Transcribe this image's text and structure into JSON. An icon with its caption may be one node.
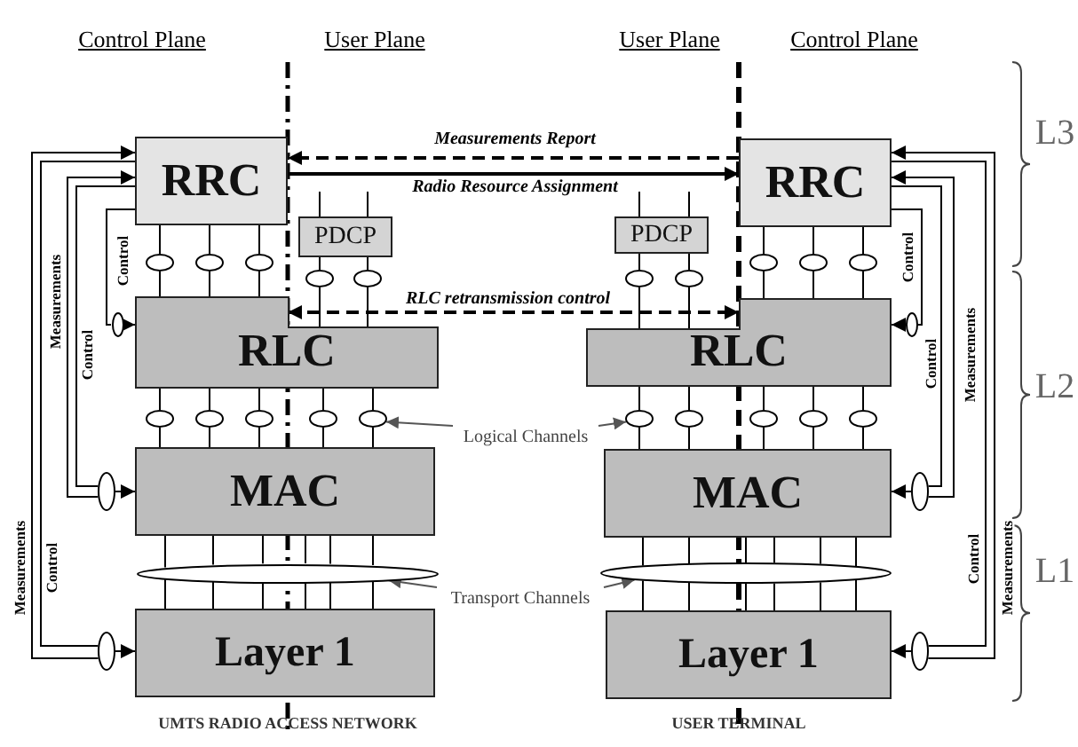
{
  "diagram": {
    "nodes": [
      {
        "text": [
          "RRC"
        ]
      },
      {
        "text": [
          "PDCP"
        ]
      },
      {
        "text": [
          "RLC"
        ]
      },
      {
        "text": [
          "MAC"
        ]
      },
      {
        "text": [
          "Layer 1"
        ]
      },
      {
        "text": [
          "RRC"
        ]
      },
      {
        "text": [
          "PDCP"
        ]
      },
      {
        "text": [
          "RLC"
        ]
      },
      {
        "text": [
          "MAC"
        ]
      },
      {
        "text": [
          "Layer 1"
        ]
      },
      {
        "text": [
          "Logical Channels"
        ]
      },
      {
        "text": [
          "Transport Channels"
        ]
      },
      {
        "text": [],
        "shape": "ellipse"
      },
      {
        "text": [],
        "shape": "ellipse"
      },
      {
        "text": [],
        "shape": "ellipse"
      },
      {
        "text": [],
        "shape": "ellipse"
      },
      {
        "text": [],
        "shape": "ellipse"
      },
      {
        "text": [],
        "shape": "ellipse"
      },
      {
        "text": [],
        "shape": "ellipse"
      },
      {
        "text": [],
        "shape": "ellipse"
      },
      {
        "text": [],
        "shape": "ellipse"
      },
      {
        "text": [],
        "shape": "ellipse"
      },
      {
        "text": [],
        "shape": "ellipse"
      },
      {
        "text": [],
        "shape": "ellipse"
      },
      {
        "text": [],
        "shape": "ellipse"
      },
      {
        "text": [],
        "shape": "ellipse"
      },
      {
        "text": [],
        "shape": "ellipse"
      },
      {
        "text": [],
        "shape": "ellipse"
      },
      {
        "text": [],
        "shape": "ellipse"
      },
      {
        "text": [],
        "shape": "ellipse"
      },
      {
        "text": [],
        "shape": "ellipse"
      },
      {
        "text": [],
        "shape": "ellipse"
      },
      {
        "text": [],
        "shape": "ellipse"
      },
      {
        "text": [],
        "shape": "ellipse"
      },
      {
        "text": [],
        "shape": "ellipse"
      },
      {
        "text": [],
        "shape": "ellipse"
      },
      {
        "text": [],
        "shape": "ellipse"
      },
      {
        "text": [],
        "shape": "ellipse"
      },
      {
        "text": [],
        "shape": "ellipse"
      },
      {
        "text": [],
        "shape": "ellipse"
      }
    ],
    "edges": [
      {
        "from": 0,
        "to": 12,
        "arrow": "none"
      },
      {
        "from": 12,
        "to": 2,
        "arrow": "none"
      },
      {
        "from": 0,
        "to": 13,
        "arrow": "none"
      },
      {
        "from": 13,
        "to": 2,
        "arrow": "none"
      },
      {
        "from": 0,
        "to": 14,
        "arrow": "none"
      },
      {
        "from": 14,
        "to": 2,
        "arrow": "none"
      },
      {
        "from": null,
        "to": 1,
        "arrow": "none"
      },
      {
        "from": null,
        "to": 1,
        "arrow": "none"
      },
      {
        "from": 1,
        "to": 15,
        "arrow": "none"
      },
      {
        "from": 15,
        "to": 2,
        "arrow": "none"
      },
      {
        "from": 1,
        "to": 16,
        "arrow": "none"
      },
      {
        "from": 16,
        "to": 2,
        "arrow": "none"
      },
      {
        "from": 2,
        "to": 17,
        "arrow": "none"
      },
      {
        "from": 17,
        "to": 3,
        "arrow": "none"
      },
      {
        "from": 2,
        "to": 18,
        "arrow": "none"
      },
      {
        "from": 18,
        "to": 3,
        "arrow": "none"
      },
      {
        "from": 2,
        "to": 19,
        "arrow": "none"
      },
      {
        "from": 19,
        "to": 3,
        "arrow": "none"
      },
      {
        "from": 2,
        "to": 20,
        "arrow": "none"
      },
      {
        "from": 20,
        "to": 3,
        "arrow": "none"
      },
      {
        "from": 2,
        "to": 21,
        "arrow": "none"
      },
      {
        "from": 21,
        "to": 3,
        "arrow": "none"
      },
      {
        "from": 3,
        "to": 22,
        "arrow": "none"
      },
      {
        "from": 22,
        "to": 4,
        "arrow": "none"
      },
      {
        "from": 3,
        "to": 22,
        "arrow": "none"
      },
      {
        "from": 22,
        "to": 4,
        "arrow": "none"
      },
      {
        "from": 3,
        "to": 22,
        "arrow": "none"
      },
      {
        "from": 22,
        "to": 4,
        "arrow": "none"
      },
      {
        "from": 3,
        "to": 22,
        "arrow": "none"
      },
      {
        "from": 22,
        "to": 4,
        "arrow": "none"
      },
      {
        "from": 3,
        "to": 22,
        "arrow": "none"
      },
      {
        "from": 22,
        "to": 4,
        "arrow": "none"
      },
      {
        "from": 3,
        "to": 22,
        "arrow": "none"
      },
      {
        "from": 22,
        "to": 4,
        "arrow": "none"
      },
      {
        "from": 5,
        "to": 26,
        "arrow": "none"
      },
      {
        "from": 26,
        "to": 7,
        "arrow": "none"
      },
      {
        "from": 5,
        "to": 27,
        "arrow": "none"
      },
      {
        "from": 27,
        "to": 7,
        "arrow": "none"
      },
      {
        "from": 5,
        "to": 28,
        "arrow": "none"
      },
      {
        "from": 28,
        "to": 7,
        "arrow": "none"
      },
      {
        "from": null,
        "to": 6,
        "arrow": "none"
      },
      {
        "from": null,
        "to": 6,
        "arrow": "none"
      },
      {
        "from": 6,
        "to": 29,
        "arrow": "none"
      },
      {
        "from": 29,
        "to": 7,
        "arrow": "none"
      },
      {
        "from": 6,
        "to": 30,
        "arrow": "none"
      },
      {
        "from": 30,
        "to": 7,
        "arrow": "none"
      },
      {
        "from": 7,
        "to": 31,
        "arrow": "none"
      },
      {
        "from": 31,
        "to": 8,
        "arrow": "none"
      },
      {
        "from": 7,
        "to": 32,
        "arrow": "none"
      },
      {
        "from": 32,
        "to": 8,
        "arrow": "none"
      },
      {
        "from": 7,
        "to": 33,
        "arrow": "none"
      },
      {
        "from": 33,
        "to": 8,
        "arrow": "none"
      },
      {
        "from": 7,
        "to": 34,
        "arrow": "none"
      },
      {
        "from": 34,
        "to": 8,
        "arrow": "none"
      },
      {
        "from": 7,
        "to": 35,
        "arrow": "none"
      },
      {
        "from": 35,
        "to": 8,
        "arrow": "none"
      },
      {
        "from": 8,
        "to": 36,
        "arrow": "none"
      },
      {
        "from": 36,
        "to": 9,
        "arrow": "none"
      },
      {
        "from": 8,
        "to": 36,
        "arrow": "none"
      },
      {
        "from": 36,
        "to": 9,
        "arrow": "none"
      },
      {
        "from": 8,
        "to": 36,
        "arrow": "none"
      },
      {
        "from": 36,
        "to": 9,
        "arrow": "none"
      },
      {
        "from": 8,
        "to": 36,
        "arrow": "none"
      },
      {
        "from": 36,
        "to": 9,
        "arrow": "none"
      },
      {
        "from": 8,
        "to": 36,
        "arrow": "none"
      },
      {
        "from": 36,
        "to": 9,
        "arrow": "none"
      },
      {
        "from": 8,
        "to": 36,
        "arrow": "none"
      },
      {
        "from": 36,
        "to": 9,
        "arrow": "none"
      },
      {
        "from": 5,
        "to": 0,
        "arrow": "to",
        "label": "Measurements Report",
        "style": "dashed"
      },
      {
        "from": 0,
        "to": 5,
        "arrow": "to",
        "label": "Radio Resource Assignment"
      },
      {
        "from": 2,
        "to": 7,
        "arrow": "both",
        "label": "RLC retransmission control",
        "style": "dashed"
      },
      {
        "from": 0,
        "to": 23,
        "arrow": "none",
        "label": "Control"
      },
      {
        "from": 23,
        "to": 2,
        "arrow": "to"
      },
      {
        "from": 0,
        "to": 24,
        "arrow": "none",
        "label": "Control"
      },
      {
        "from": 24,
        "to": 0,
        "arrow": "to",
        "label": "Measurements"
      },
      {
        "from": 24,
        "to": 3,
        "arrow": "to"
      },
      {
        "from": 0,
        "to": 25,
        "arrow": "none",
        "label": "Control"
      },
      {
        "from": 25,
        "to": 0,
        "arrow": "to",
        "label": "Measurements"
      },
      {
        "from": 25,
        "to": 4,
        "arrow": "to"
      },
      {
        "from": 5,
        "to": 37,
        "arrow": "none",
        "label": "Control"
      },
      {
        "from": 37,
        "to": 7,
        "arrow": "to"
      },
      {
        "from": 5,
        "to": 38,
        "arrow": "none",
        "label": "Control"
      },
      {
        "from": 38,
        "to": 5,
        "arrow": "to",
        "label": "Measurements"
      },
      {
        "from": 38,
        "to": 8,
        "arrow": "to"
      },
      {
        "from": 5,
        "to": 39,
        "arrow": "none",
        "label": "Control"
      },
      {
        "from": 39,
        "to": 5,
        "arrow": "to",
        "label": "Measurements"
      },
      {
        "from": 39,
        "to": 9,
        "arrow": "to"
      },
      {
        "from": 10,
        "to": 21,
        "arrow": "to"
      },
      {
        "from": 10,
        "to": 31,
        "arrow": "to"
      },
      {
        "from": 11,
        "to": 22,
        "arrow": "to"
      },
      {
        "from": 11,
        "to": 36,
        "arrow": "to"
      }
    ],
    "labels": [
      "Control Plane",
      "User Plane",
      "User Plane",
      "Control Plane",
      "L3",
      "L2",
      "L1",
      "UMTS RADIO ACCESS NETWORK",
      "USER TERMINAL"
    ]
  }
}
